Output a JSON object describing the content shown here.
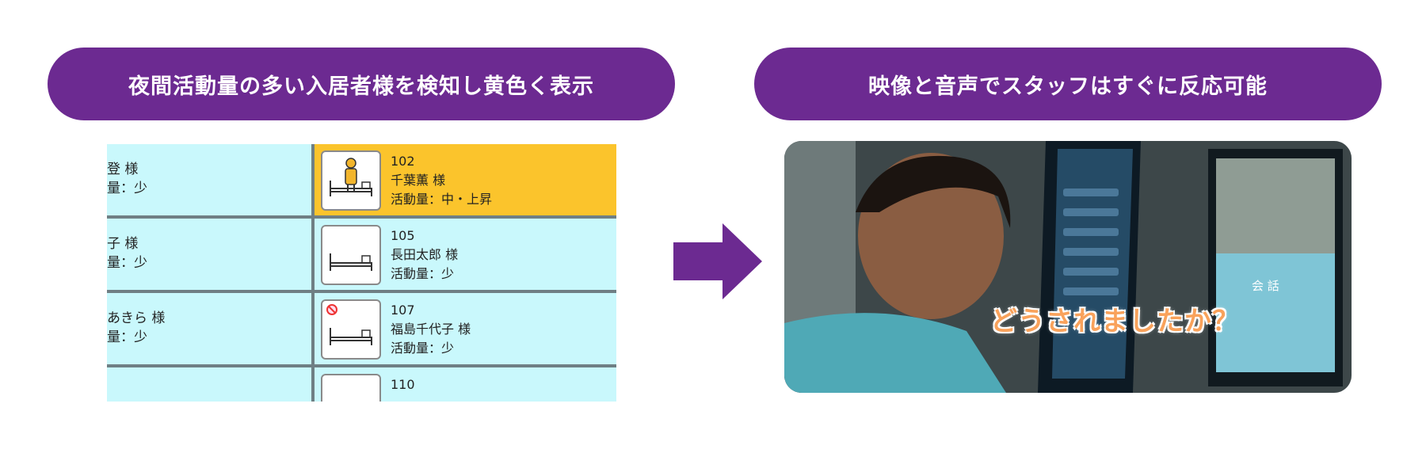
{
  "headers": {
    "left": "夜間活動量の多い入居者様を検知し黄色く表示",
    "right": "映像と音声でスタッフはすぐに反応可能"
  },
  "grid": {
    "left_rows": [
      {
        "name": "登 様",
        "activity": "量：少"
      },
      {
        "name": "子 様",
        "activity": "量：少"
      },
      {
        "name": "あきら 様",
        "activity": "量：少"
      }
    ],
    "right_rows": [
      {
        "room": "102",
        "name": "千葉薫 様",
        "activity": "活動量：中・上昇",
        "status": "alert"
      },
      {
        "room": "105",
        "name": "長田太郎 様",
        "activity": "活動量：少",
        "status": "normal"
      },
      {
        "room": "107",
        "name": "福島千代子 様",
        "activity": "活動量：少",
        "status": "normal"
      },
      {
        "room": "110",
        "name": "",
        "activity": "",
        "status": "normal"
      }
    ]
  },
  "video": {
    "caption": "どうされましたか？",
    "monitor_label": "会 話"
  },
  "colors": {
    "header_bg": "#6c2a91",
    "alert": "#fbc42c",
    "cell": "#c9f8fc",
    "caption": "#f9a25b"
  }
}
